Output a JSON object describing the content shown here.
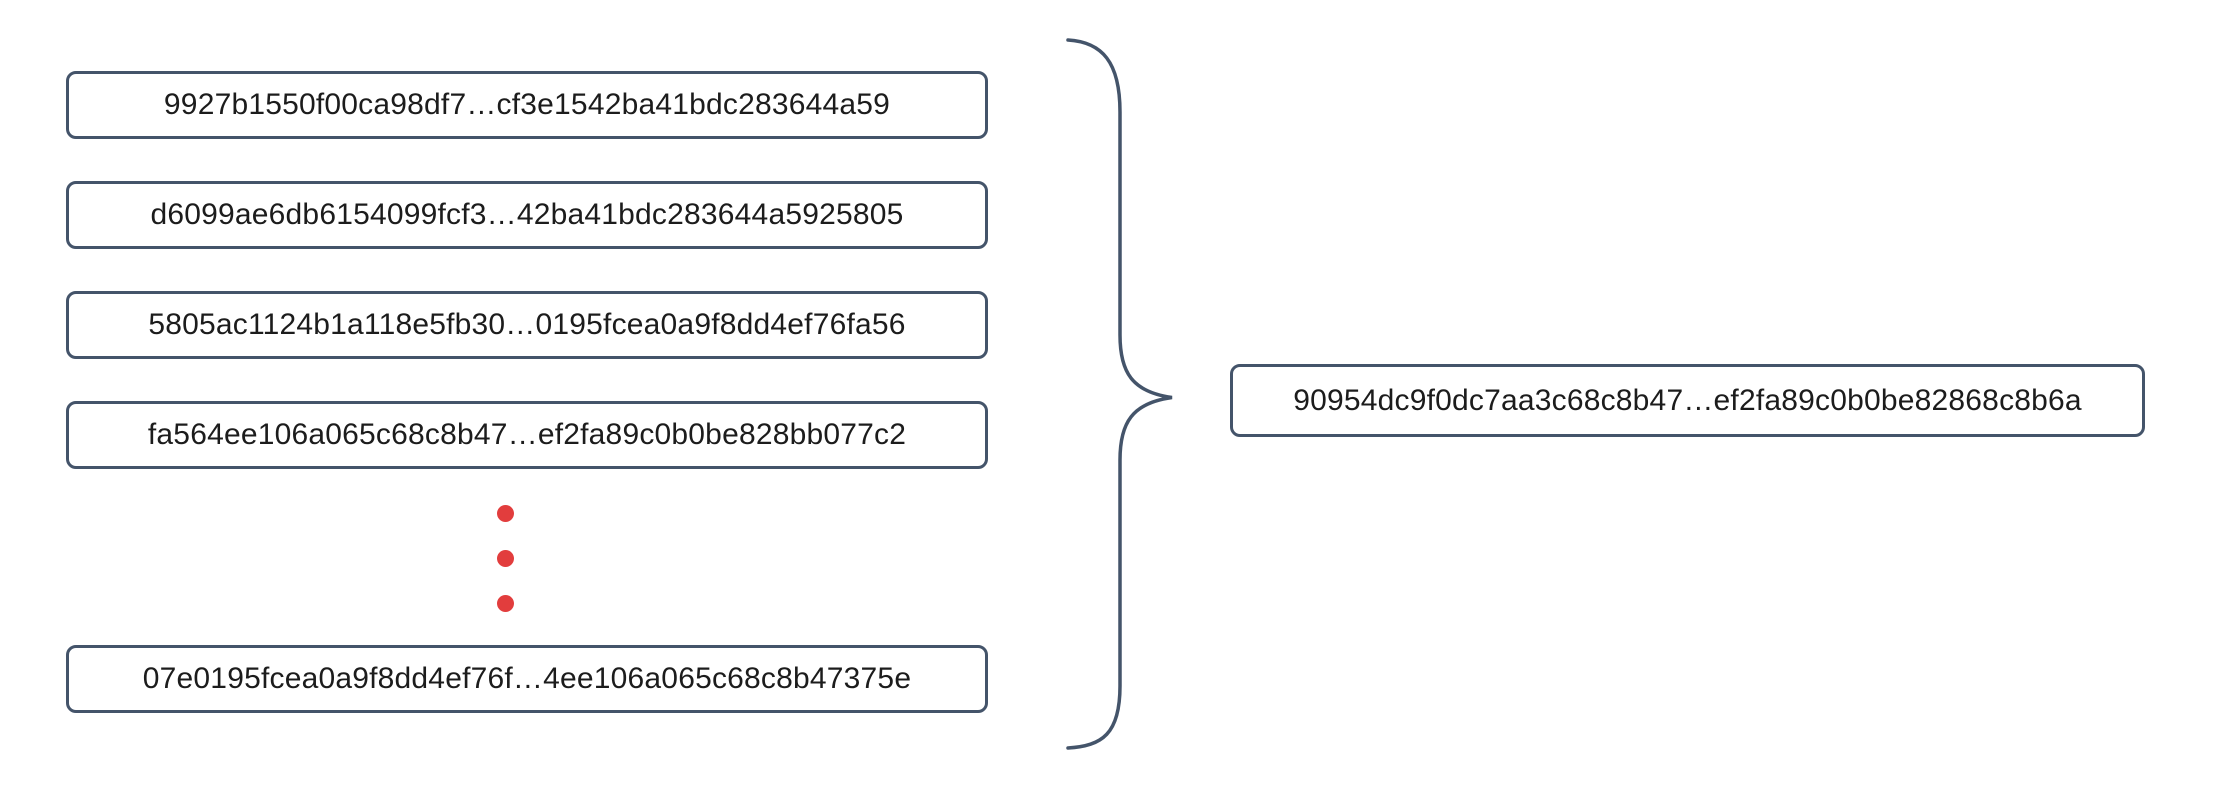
{
  "diagram": {
    "left_column": {
      "hash_boxes": [
        "9927b1550f00ca98df7…cf3e1542ba41bdc283644a59",
        "d6099ae6db6154099fcf3…42ba41bdc283644a5925805",
        "5805ac1124b1a118e5fb30…0195fcea0a9f8dd4ef76fa56",
        "fa564ee106a065c68c8b47…ef2fa89c0b0be828bb077c2",
        "07e0195fcea0a9f8dd4ef76f…4ee106a065c68c8b47375e"
      ],
      "ellipsis_dot_count": 3
    },
    "right_column": {
      "result_hash": "90954dc9f0dc7aa3c68c8b47…ef2fa89c0b0be82868c8b6a"
    },
    "colors": {
      "outline": "#44546A",
      "ellipsis_dots": "#E23D3D",
      "text": "#1C1C1C",
      "background": "#FFFFFF"
    }
  }
}
